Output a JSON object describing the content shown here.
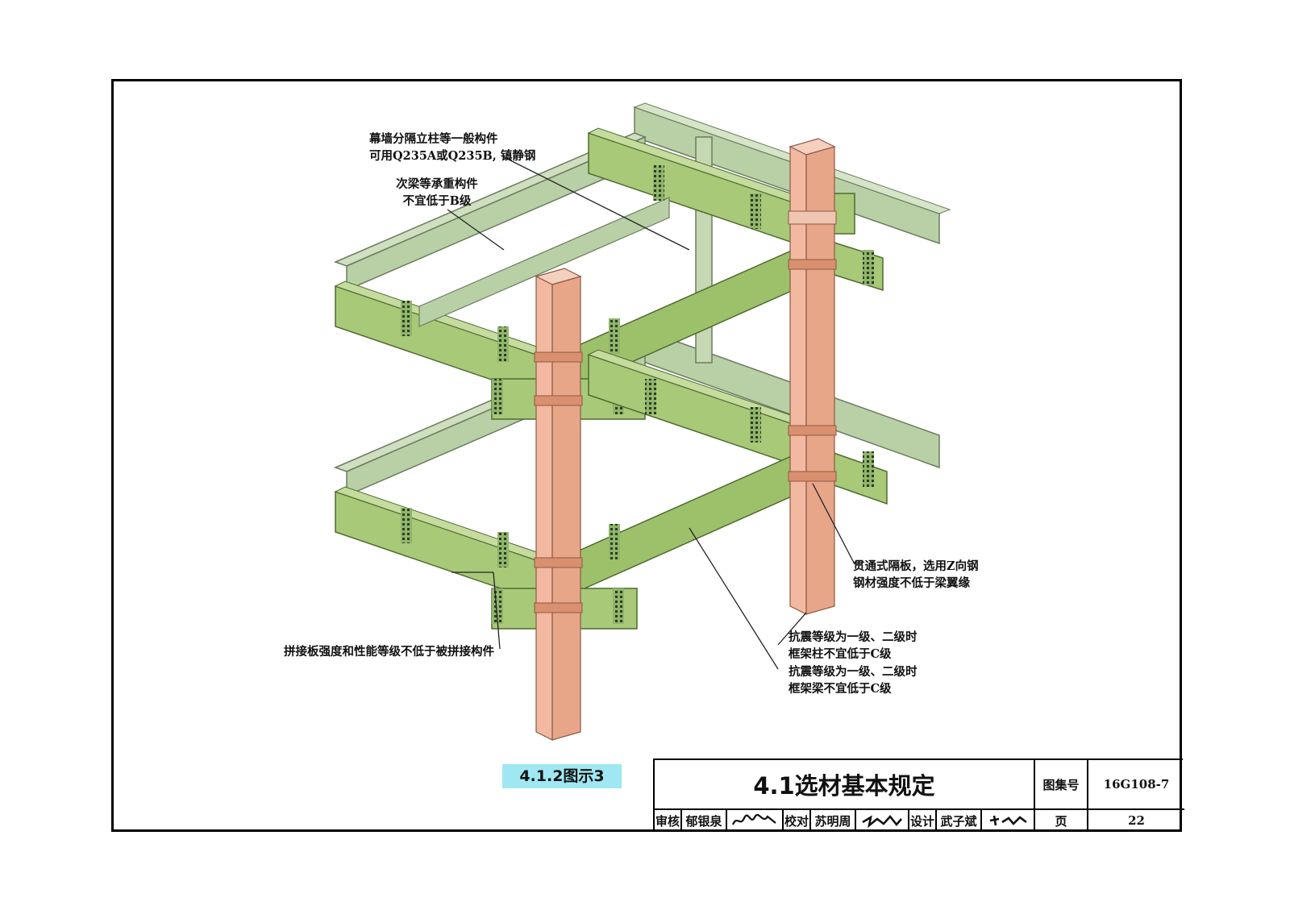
{
  "callouts": {
    "curtain_wall": [
      "幕墙分隔立柱等一般构件",
      "可用Q235A或Q235B, 镇静钢"
    ],
    "secondary_beam": [
      "次梁等承重构件",
      "不宜低于B级"
    ],
    "through_diaphragm": [
      "贯通式隔板，选用Z向钢",
      "钢材强度不低于梁翼缘"
    ],
    "seismic_column": [
      "抗震等级为一级、二级时",
      "框架柱不宜低于C级"
    ],
    "seismic_beam": [
      "抗震等级为一级、二级时",
      "框架梁不宜低于C级"
    ],
    "splice_plate": "拼接板强度和性能等级不低于被拼接构件"
  },
  "figure_caption": "4.1.2图示3",
  "title_block": {
    "title": "4.1选材基本规定",
    "atlas_label": "图集号",
    "atlas_no": "16G108-7",
    "review_label": "审核",
    "reviewer": "郁银泉",
    "check_label": "校对",
    "checker": "苏明周",
    "design_label": "设计",
    "designer": "武子斌",
    "page_label": "页",
    "page_no": "22"
  },
  "colors": {
    "column": "#f2b8a0",
    "beam_green": "#a8c978",
    "beam_grey": "#b9d0a6",
    "caption_bg": "#9fe8f3"
  }
}
